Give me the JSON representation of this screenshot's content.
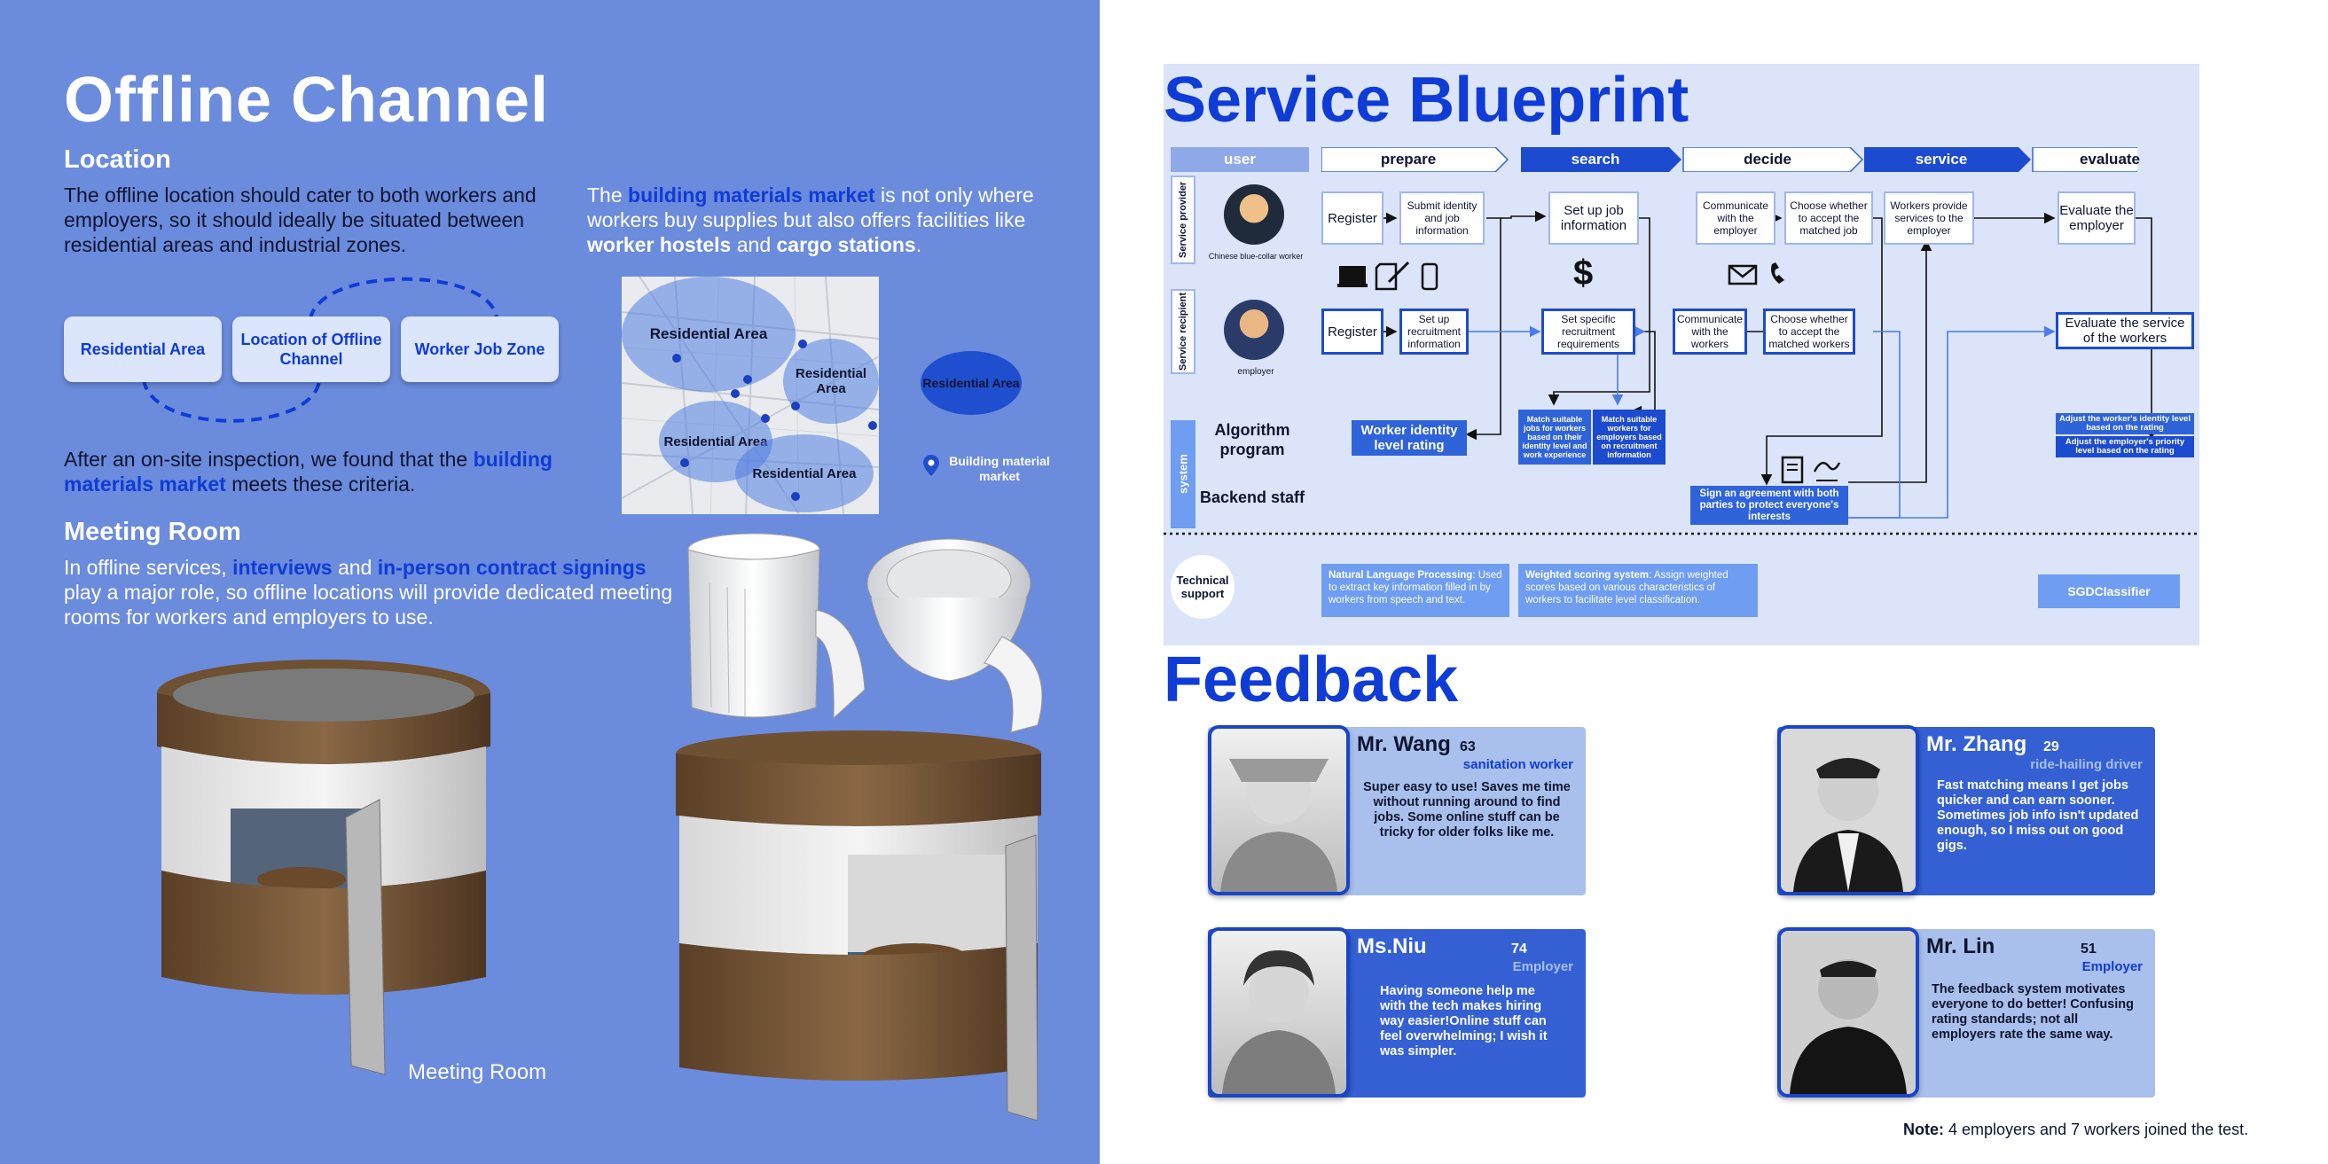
{
  "left": {
    "title": "Offline Channel",
    "location_heading": "Location",
    "location_text": "The offline location should cater to both workers and employers, so it should ideally be situated between residential areas and industrial zones.",
    "loc_boxes": [
      "Residential Area",
      "Location of Offline Channel",
      "Worker Job Zone"
    ],
    "market_p": {
      "pre": "The ",
      "hl1": "building materials market",
      "mid": " is not only where workers buy supplies but also offers facilities like ",
      "hl2": "worker hostels",
      "and": " and ",
      "hl3": "cargo stations",
      "end": "."
    },
    "inspection": {
      "pre": "After an on-site inspection, we found that the ",
      "hl": "building materials market",
      "post": " meets these criteria."
    },
    "map_labels": [
      "Residential Area",
      "Residential Area",
      "Residential Area",
      "Residential Area"
    ],
    "legend": {
      "area": "Residential Area",
      "pin": "Building material market"
    },
    "meeting_heading": "Meeting Room",
    "meeting_p": {
      "pre": "In offline services, ",
      "hl1": "interviews",
      "and": " and ",
      "hl2": "in-person contract signings",
      "post": " play a major role, so offline locations will provide dedicated meeting rooms for workers and employers to use."
    },
    "pod_caption": "Meeting Room"
  },
  "blueprint": {
    "title": "Service Blueprint",
    "stages": [
      "user",
      "prepare",
      "search",
      "decide",
      "service",
      "evaluate"
    ],
    "lanes": {
      "provider": "Service provider",
      "recipient": "Service recipient",
      "system": "system"
    },
    "provider_caption": "Chinese blue-collar worker",
    "recipient_caption": "employer",
    "row_labels": {
      "algorithm": "Algorithm program",
      "backend": "Backend staff",
      "tech": "Technical support"
    },
    "provider_nodes": [
      "Register",
      "Submit identity and job information",
      "Set up job information",
      "Communicate with the employer",
      "Choose whether to accept the matched job",
      "Workers provide services to the employer",
      "Evaluate the employer"
    ],
    "recipient_nodes": [
      "Register",
      "Set up recruitment information",
      "Set specific recruitment requirements",
      "Communicate with the workers",
      "Choose whether to accept the matched workers",
      "Evaluate the service of the workers"
    ],
    "system_boxes": {
      "identity": "Worker identity level rating",
      "match_jobs": "Match suitable jobs for workers based on their identity level and work experience",
      "match_workers": "Match suitable workers for employers based on recruitment information",
      "agreement": "Sign an agreement with both parties to protect everyone's interests",
      "adjust_worker": "Adjust the worker's identity level based on the rating",
      "adjust_employer": "Adjust the employer's priority level based on the rating"
    },
    "tech": {
      "nlp_b": "Natural Language Processing",
      "nlp": ": Used to extract key information filled in by workers from speech and text.",
      "ws_b": "Weighted scoring system",
      "ws": ": Assign weighted scores based on various characteristics of workers to facilitate level classification.",
      "sgd": "SGDClassifier"
    }
  },
  "feedback": {
    "title": "Feedback",
    "cards": [
      {
        "name": "Mr. Wang",
        "age": "63",
        "role": "sanitation worker",
        "quote": "Super easy to use! Saves me time without running around to find jobs. Some online stuff can be tricky for older folks like me."
      },
      {
        "name": "Mr. Zhang",
        "age": "29",
        "role": "ride-hailing driver",
        "quote": "Fast matching means I get jobs quicker and can earn sooner. Sometimes job info isn't updated enough, so I miss out on good gigs."
      },
      {
        "name": "Ms.Niu",
        "age": "74",
        "role": "Employer",
        "quote": "Having someone help me with the tech makes hiring way easier!Online stuff can feel overwhelming; I wish it was simpler."
      },
      {
        "name": "Mr. Lin",
        "age": "51",
        "role": "Employer",
        "quote": "The feedback system motivates everyone to do better! Confusing rating standards; not all employers rate the same way."
      }
    ],
    "note_b": "Note:",
    "note": " 4 employers and 7 workers joined the test."
  },
  "colors": {
    "left_bg": "#6b8bdc",
    "accent": "#0f3bd6",
    "blueprint_bg": "#dbe4f8"
  }
}
